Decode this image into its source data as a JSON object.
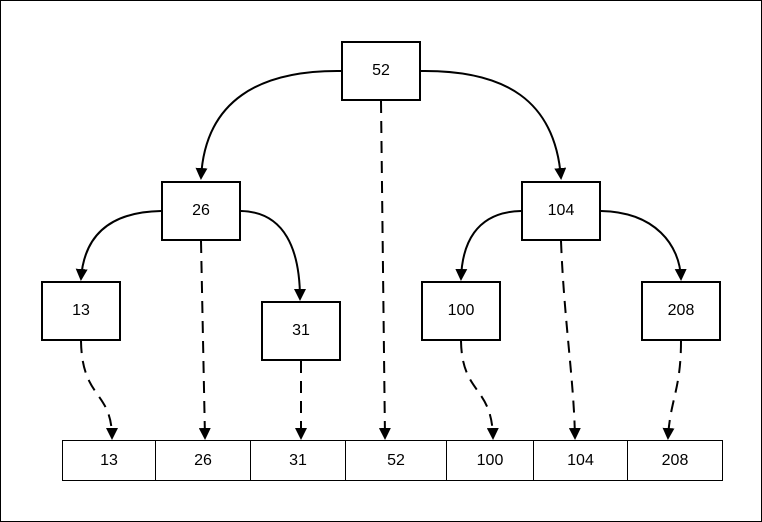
{
  "tree": {
    "root": "52",
    "left": "26",
    "right": "104",
    "left_left": "13",
    "left_right": "31",
    "right_left": "100",
    "right_right": "208"
  },
  "array": [
    "13",
    "26",
    "31",
    "52",
    "100",
    "104",
    "208"
  ]
}
